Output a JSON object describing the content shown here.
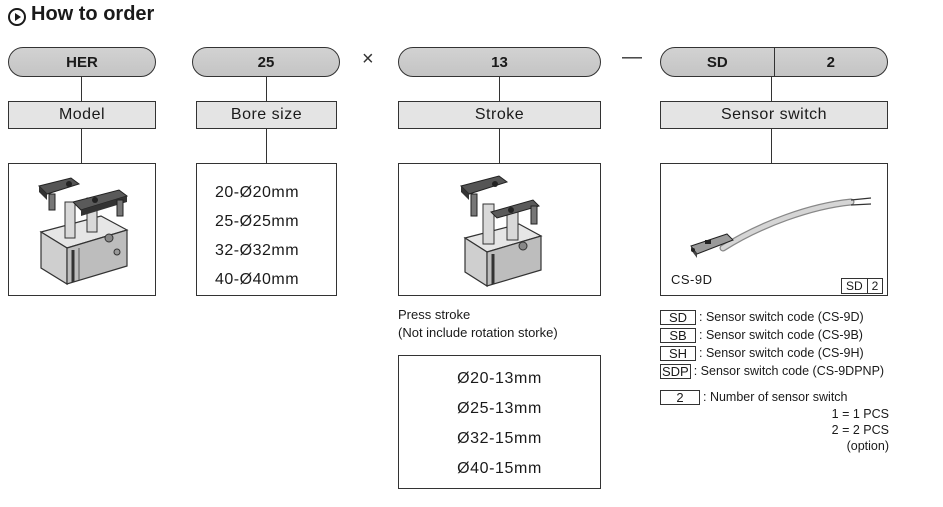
{
  "title": "How to order",
  "separators": {
    "times": "×",
    "dash": "—"
  },
  "segments": {
    "model": {
      "code": "HER",
      "label": "Model"
    },
    "bore": {
      "code": "25",
      "label": "Bore size",
      "options": [
        "20-Ø20mm",
        "25-Ø25mm",
        "32-Ø32mm",
        "40-Ø40mm"
      ]
    },
    "stroke": {
      "code": "13",
      "label": "Stroke",
      "note_lines": [
        "Press stroke",
        "(Not include rotation storke)"
      ],
      "options": [
        "Ø20-13mm",
        "Ø25-13mm",
        "Ø32-15mm",
        "Ø40-15mm"
      ]
    },
    "sensor": {
      "code_left": "SD",
      "code_right": "2",
      "label": "Sensor switch",
      "image_caption": "CS-9D",
      "tag_left": "SD",
      "tag_right": "2",
      "codes": [
        {
          "code": "SD",
          "desc": ": Sensor switch code (CS-9D)"
        },
        {
          "code": "SB",
          "desc": ": Sensor switch code (CS-9B)"
        },
        {
          "code": "SH",
          "desc": ": Sensor switch code (CS-9H)"
        },
        {
          "code": "SDP",
          "desc": ": Sensor switch code (CS-9DPNP)"
        }
      ],
      "count": {
        "code": "2",
        "desc": ": Number of sensor switch",
        "lines": [
          "1 = 1 PCS",
          "2 = 2 PCS",
          "(option)"
        ]
      }
    }
  },
  "colors": {
    "pill_fill": "#c8c8c8",
    "label_fill": "#e4e4e4",
    "stroke": "#333333"
  }
}
